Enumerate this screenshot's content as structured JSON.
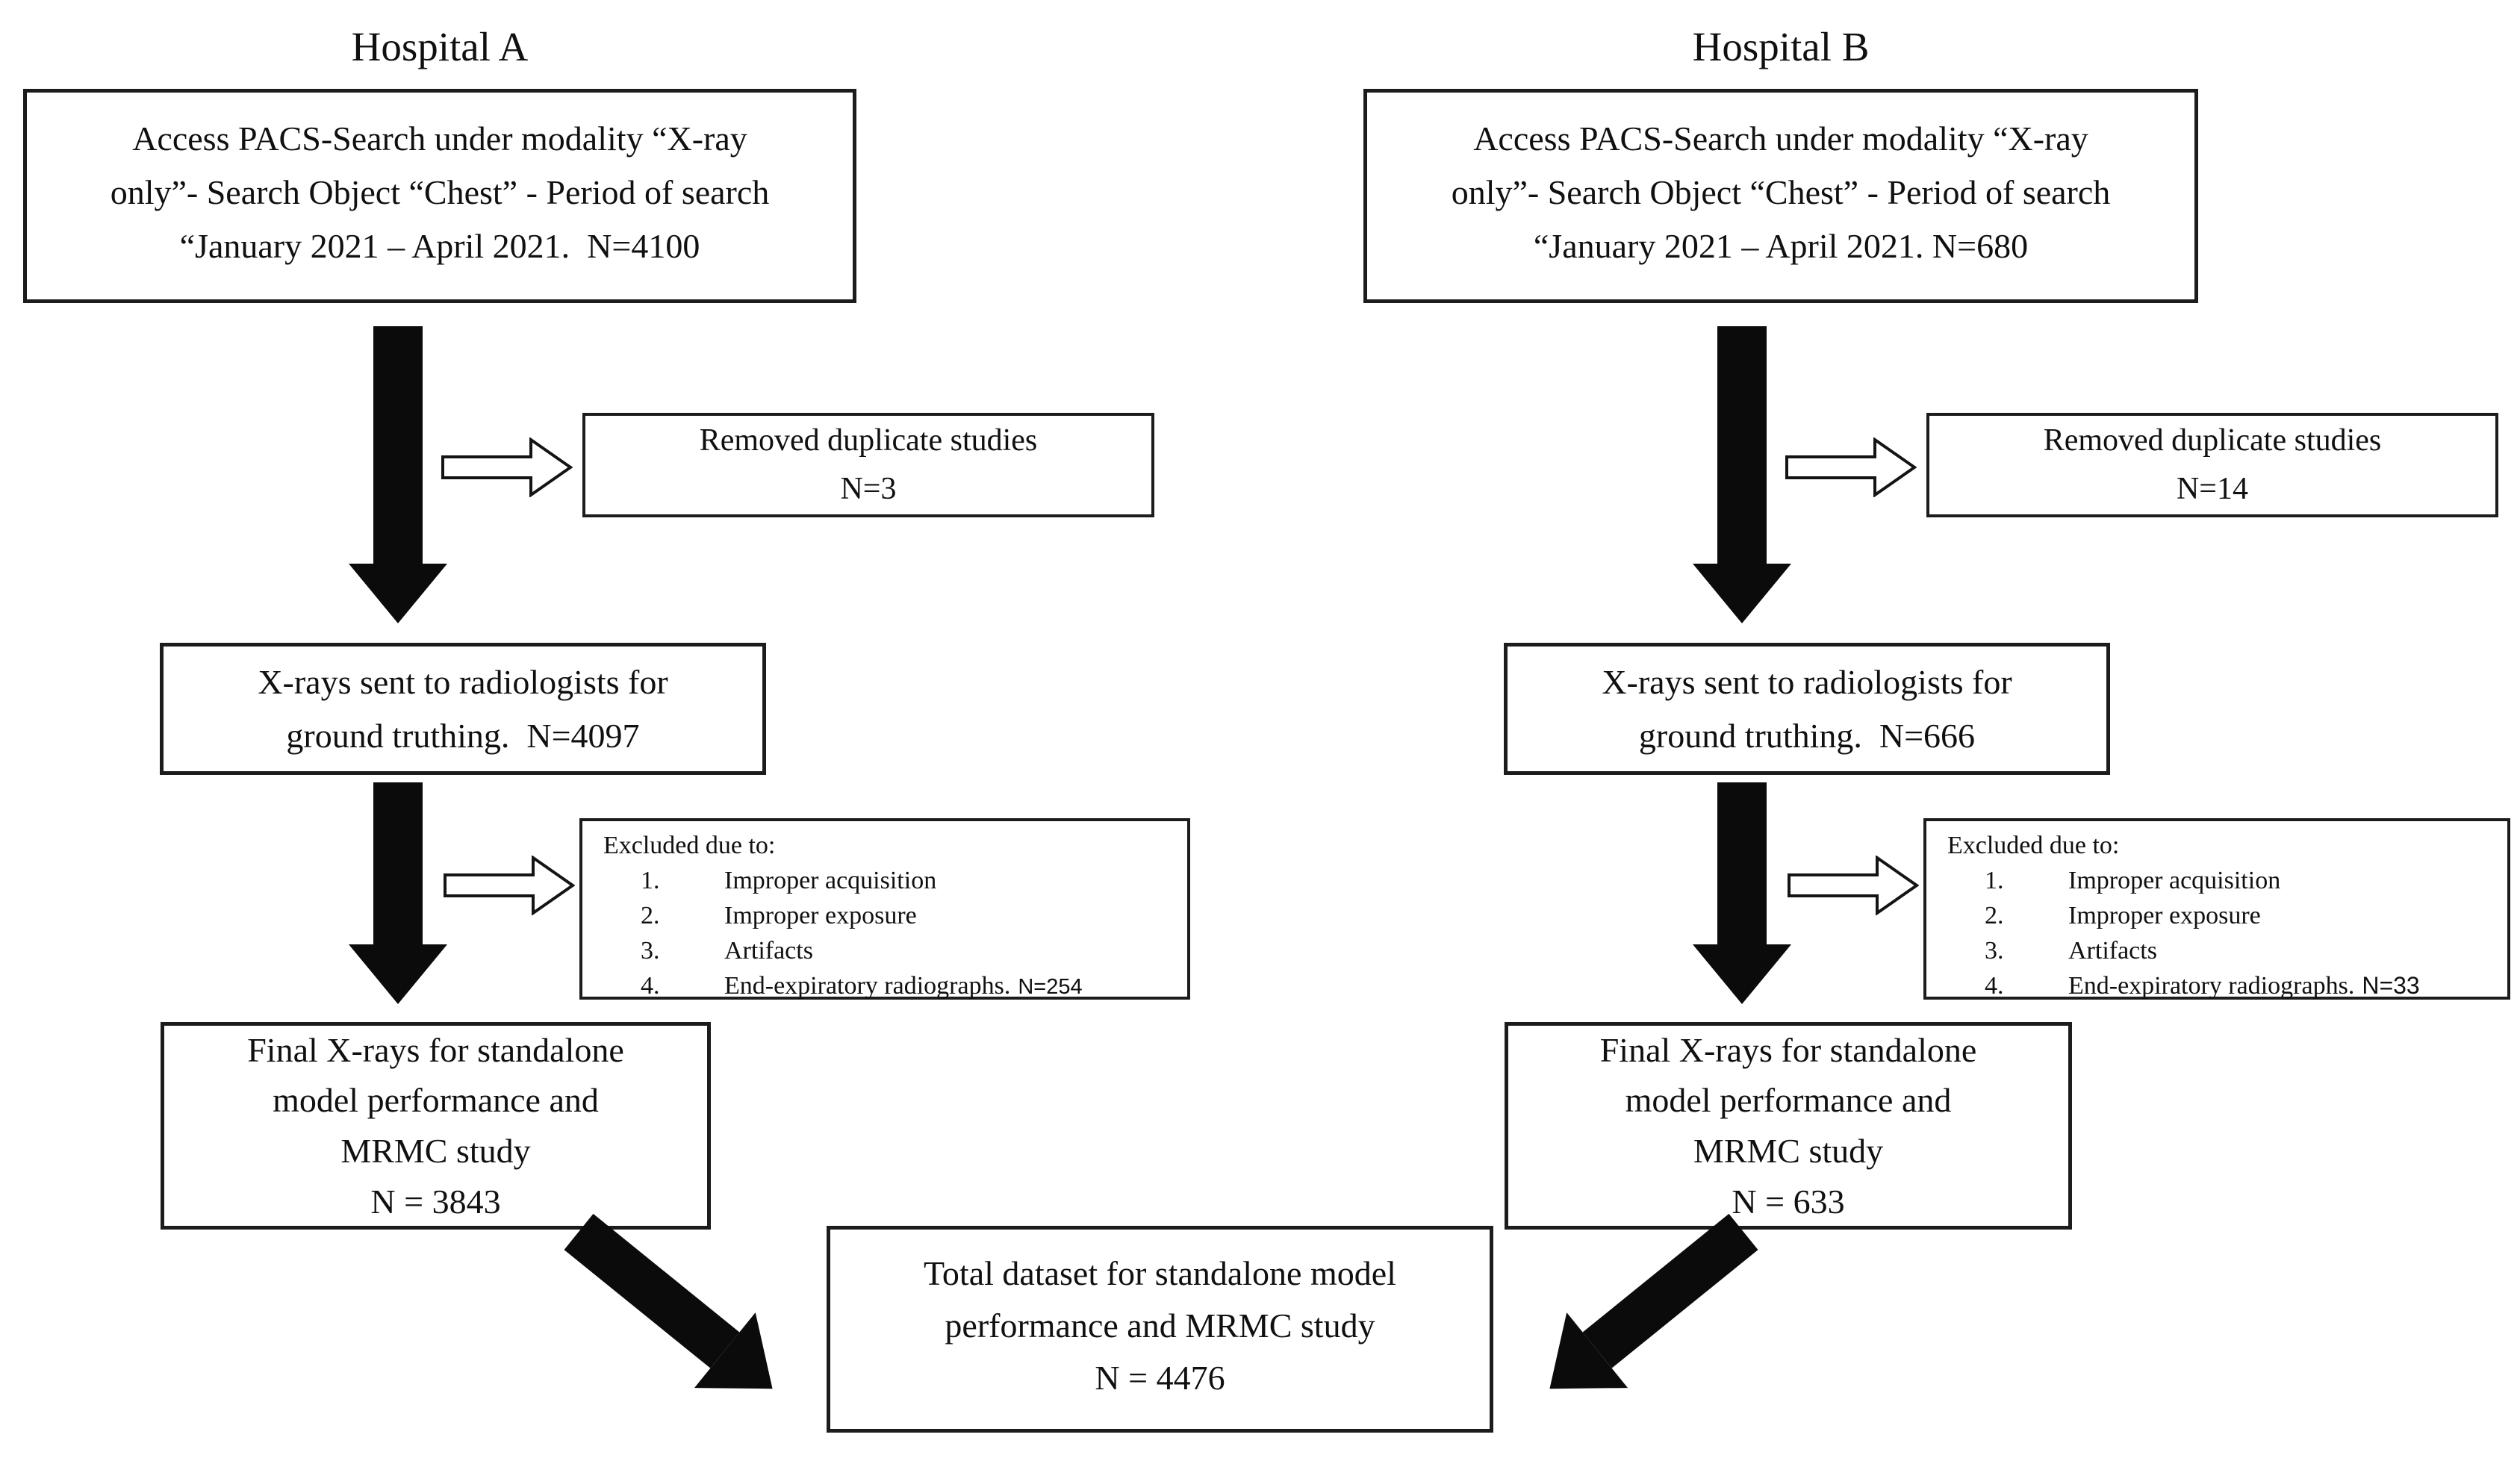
{
  "colors": {
    "text": "#101010",
    "border": "#1c1c1c",
    "arrow_fill": "#0b0b0b",
    "background": "#ffffff"
  },
  "hospital_a": {
    "title": "Hospital A",
    "access_box": "Access PACS-Search under modality “X-ray\nonly”- Search Object “Chest” - Period of search\n“January 2021 – April 2021.  N=4100",
    "removed_box": "Removed duplicate studies\nN=3",
    "sent_box": "X-rays sent to radiologists for\nground truthing.  N=4097",
    "excluded_box": {
      "header": "Excluded due to:",
      "numbers": [
        "1.",
        "2.",
        "3.",
        "4."
      ],
      "items": [
        "Improper acquisition",
        "Improper exposure",
        "Artifacts",
        "End-expiratory radiographs."
      ],
      "item4_n": "N=254"
    },
    "final_box": "Final X-rays for standalone\nmodel performance and\nMRMC study\nN = 3843"
  },
  "hospital_b": {
    "title": "Hospital B",
    "access_box": "Access PACS-Search under modality “X-ray\nonly”- Search Object “Chest” - Period of search\n“January 2021 – April 2021. N=680",
    "removed_box": "Removed duplicate studies\nN=14",
    "sent_box": "X-rays sent to radiologists for\nground truthing.  N=666",
    "excluded_box": {
      "header": "Excluded due to:",
      "numbers": [
        "1.",
        "2.",
        "3.",
        "4."
      ],
      "items": [
        "Improper acquisition",
        "Improper exposure",
        "Artifacts",
        "End-expiratory radiographs."
      ],
      "item4_n": "N=33"
    },
    "final_box": "Final X-rays for standalone\nmodel performance and\nMRMC study\nN = 633"
  },
  "total_box": "Total dataset for standalone model\nperformance and MRMC study\nN = 4476"
}
